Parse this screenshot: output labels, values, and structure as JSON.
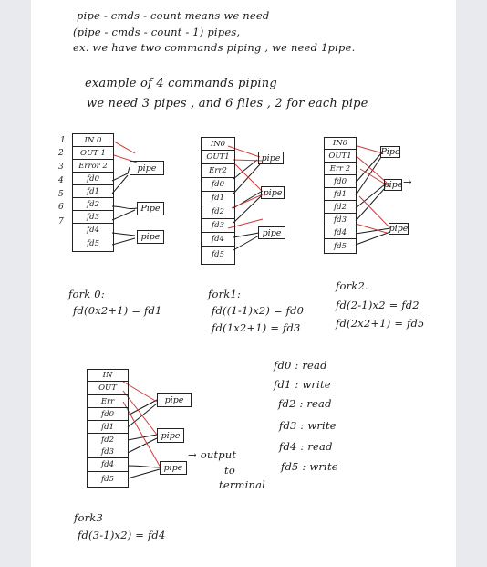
{
  "notes": {
    "line1": "pipe - cmds - count means we need",
    "line2": "(pipe - cmds - count - 1) pipes,",
    "line3": "ex. we have two commands piping , we need 1pipe.",
    "line4": "example of 4 commands piping",
    "line5": "we need 3 pipes , and 6 files , 2 for each pipe"
  },
  "row_numbers": [
    "1",
    "2",
    "3",
    "4",
    "5",
    "6",
    "7"
  ],
  "diagram0": {
    "cells": [
      "IN 0",
      "OUT 1",
      "Error 2",
      "fd0",
      "fd1",
      "fd2",
      "fd3",
      "fd4",
      "fd5"
    ],
    "pipes": [
      "pipe",
      "Pipe",
      "pipe"
    ]
  },
  "diagram1": {
    "cells": [
      "IN0",
      "OUT1",
      "Err2",
      "fd0",
      "fd1",
      "fd2",
      "fd3",
      "fd4",
      "fd5"
    ],
    "pipes": [
      "pipe",
      "pipe",
      "pipe"
    ]
  },
  "diagram2": {
    "cells": [
      "IN0",
      "OUT1",
      "Err 2",
      "fd0",
      "fd1",
      "fd2",
      "fd3",
      "fd4",
      "fd5"
    ],
    "pipes": [
      "Pipe",
      "pipe",
      "pipe"
    ],
    "arrow": "→"
  },
  "diagram3": {
    "cells": [
      "IN",
      "OUT",
      "Err",
      "fd0",
      "fd1",
      "fd2",
      "fd3",
      "fd4",
      "fd5"
    ],
    "pipes": [
      "pipe",
      "pipe",
      "pipe"
    ],
    "output_label_1": "→ output",
    "output_label_2": "to",
    "output_label_3": "terminal"
  },
  "forks": {
    "fork0_title": "fork 0:",
    "fork0_line1": "fd(0x2+1) = fd1",
    "fork1_title": "fork1:",
    "fork1_line1": "fd((1-1)x2) = fd0",
    "fork1_line2": "fd(1x2+1) = fd3",
    "fork2_title": "fork2.",
    "fork2_line1": "fd(2-1)x2 = fd2",
    "fork2_line2": "fd(2x2+1) = fd5",
    "fork3_title": "fork3",
    "fork3_line1": "fd(3-1)x2) = fd4"
  },
  "fd_modes": [
    "fd0 : read",
    "fd1 : write",
    "fd2 : read",
    "fd3 : write",
    "fd4 : read",
    "fd5 : write"
  ],
  "colors": {
    "ink": "#1a1a1a",
    "red_pen": "#d03a3a",
    "background": "#e9eaed",
    "paper": "#ffffff"
  }
}
